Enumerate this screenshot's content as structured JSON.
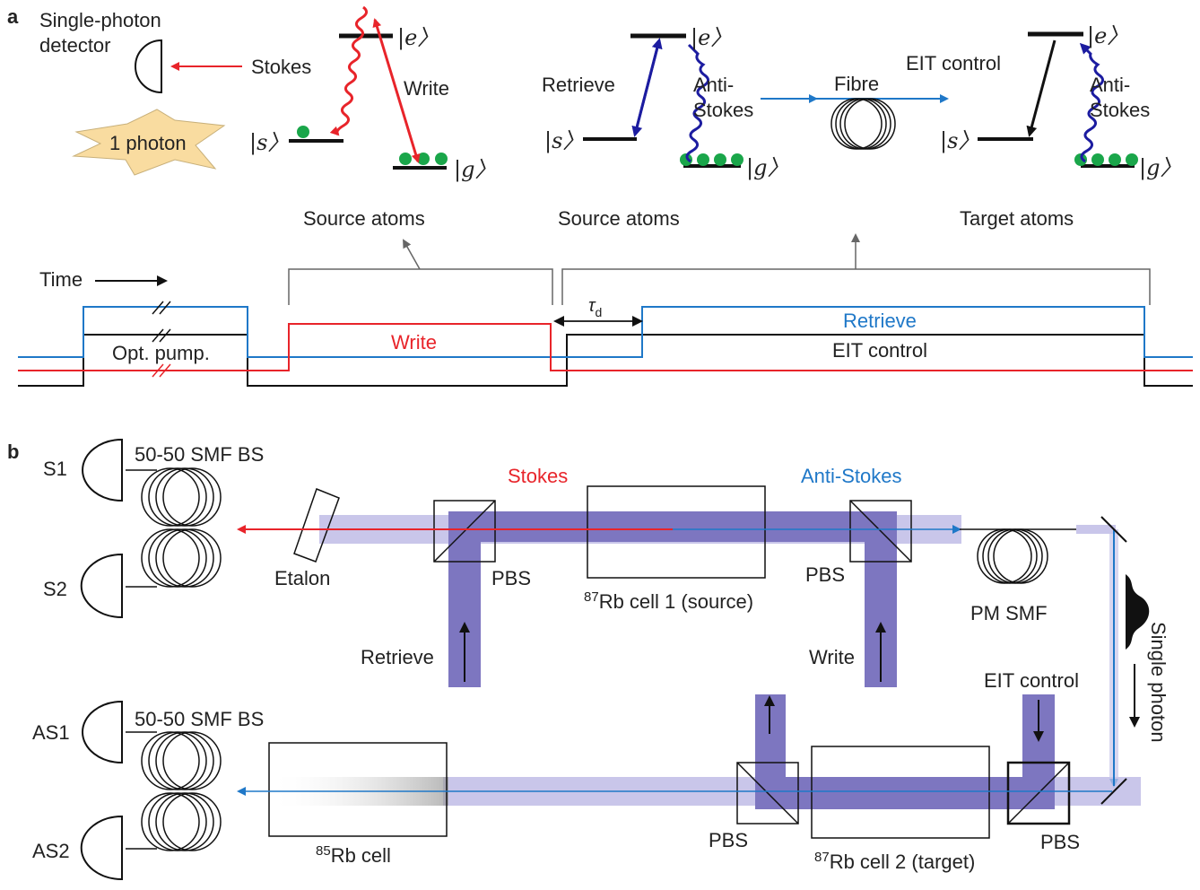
{
  "panel_a": {
    "letter": "a",
    "detector_label_line1": "Single-photon",
    "detector_label_line2": "detector",
    "stokes_label": "Stokes",
    "write_label": "Write",
    "photon_label": "1 photon",
    "retrieve_label": "Retrieve",
    "antistokes_line1": "Anti-",
    "antistokes_line2": "Stokes",
    "fibre_label": "Fibre",
    "eit_control_label": "EIT control",
    "state_e": "e",
    "state_s": "s",
    "state_g": "g",
    "source_atoms_1": "Source atoms",
    "source_atoms_2": "Source atoms",
    "target_atoms": "Target atoms",
    "time_label": "Time",
    "opt_pump_label": "Opt. pump.",
    "timing_write_label": "Write",
    "timing_retrieve_label": "Retrieve",
    "timing_eit_label": "EIT control",
    "tau_symbol": "τ",
    "tau_sub": "d"
  },
  "panel_b": {
    "letter": "b",
    "s1": "S1",
    "s2": "S2",
    "as1": "AS1",
    "as2": "AS2",
    "bs_top": "50-50 SMF BS",
    "bs_bottom": "50-50 SMF BS",
    "etalon": "Etalon",
    "stokes": "Stokes",
    "antistokes": "Anti-Stokes",
    "pbs_1": "PBS",
    "pbs_2": "PBS",
    "pbs_3": "PBS",
    "pbs_4": "PBS",
    "cell1_sup": "87",
    "cell1_text": "Rb cell 1 (source)",
    "cell2_sup": "87",
    "cell2_text": "Rb cell 2 (target)",
    "cell85_sup": "85",
    "cell85_text": "Rb cell",
    "pm_smf": "PM SMF",
    "retrieve": "Retrieve",
    "write": "Write",
    "eit_control": "EIT control",
    "single_photon": "Single photon"
  },
  "colors": {
    "red": "#e8242a",
    "blue": "#1f78c8",
    "navy": "#1c1ca0",
    "beam": "#7d76c0",
    "beam_light": "#c9c6ea",
    "green": "#1aa64a",
    "star": "#f9dca0"
  }
}
